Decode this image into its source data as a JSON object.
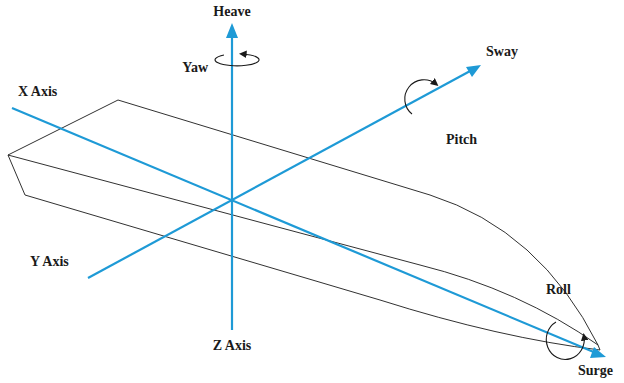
{
  "diagram": {
    "labels": [
      "Heave",
      "Yaw",
      "X Axis",
      "Sway",
      "Pitch",
      "Y Axis",
      "Z Axis",
      "Roll",
      "Surge"
    ]
  }
}
